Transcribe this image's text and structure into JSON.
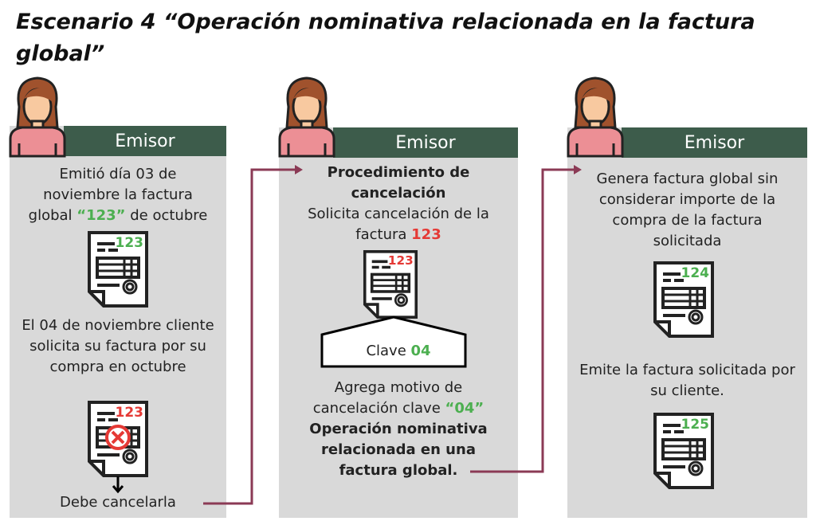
{
  "title": "Escenario 4 “Operación nominativa relacionada en la factura global”",
  "colors": {
    "header": "#3d5c4b",
    "panel": "#d9d9d9",
    "arrow": "#8b3a55",
    "green": "#4caf50",
    "red": "#e53935"
  },
  "panels": [
    {
      "header": "Emisor",
      "text1_a": "Emitió día 03 de noviembre la factura global ",
      "text1_num": "“123”",
      "text1_b": " de octubre",
      "doc1": "123",
      "text2": "El 04 de noviembre cliente solicita su factura por su compra en octubre",
      "doc2": "123",
      "text3": "Debe cancelarla"
    },
    {
      "header": "Emisor",
      "heading": "Procedimiento de cancelación",
      "text1": "Solicita cancelación de la factura ",
      "text1_num": "123",
      "doc": "123",
      "clave_label": "Clave ",
      "clave_num": "04",
      "text2": "Agrega motivo de cancelación clave ",
      "text2_num": "“04”",
      "text3": "Operación nominativa relacionada en una factura global."
    },
    {
      "header": "Emisor",
      "text1": "Genera factura global sin considerar importe de la compra de la factura solicitada",
      "doc1": "124",
      "text2": "Emite la factura solicitada por su cliente.",
      "doc2": "125"
    }
  ]
}
